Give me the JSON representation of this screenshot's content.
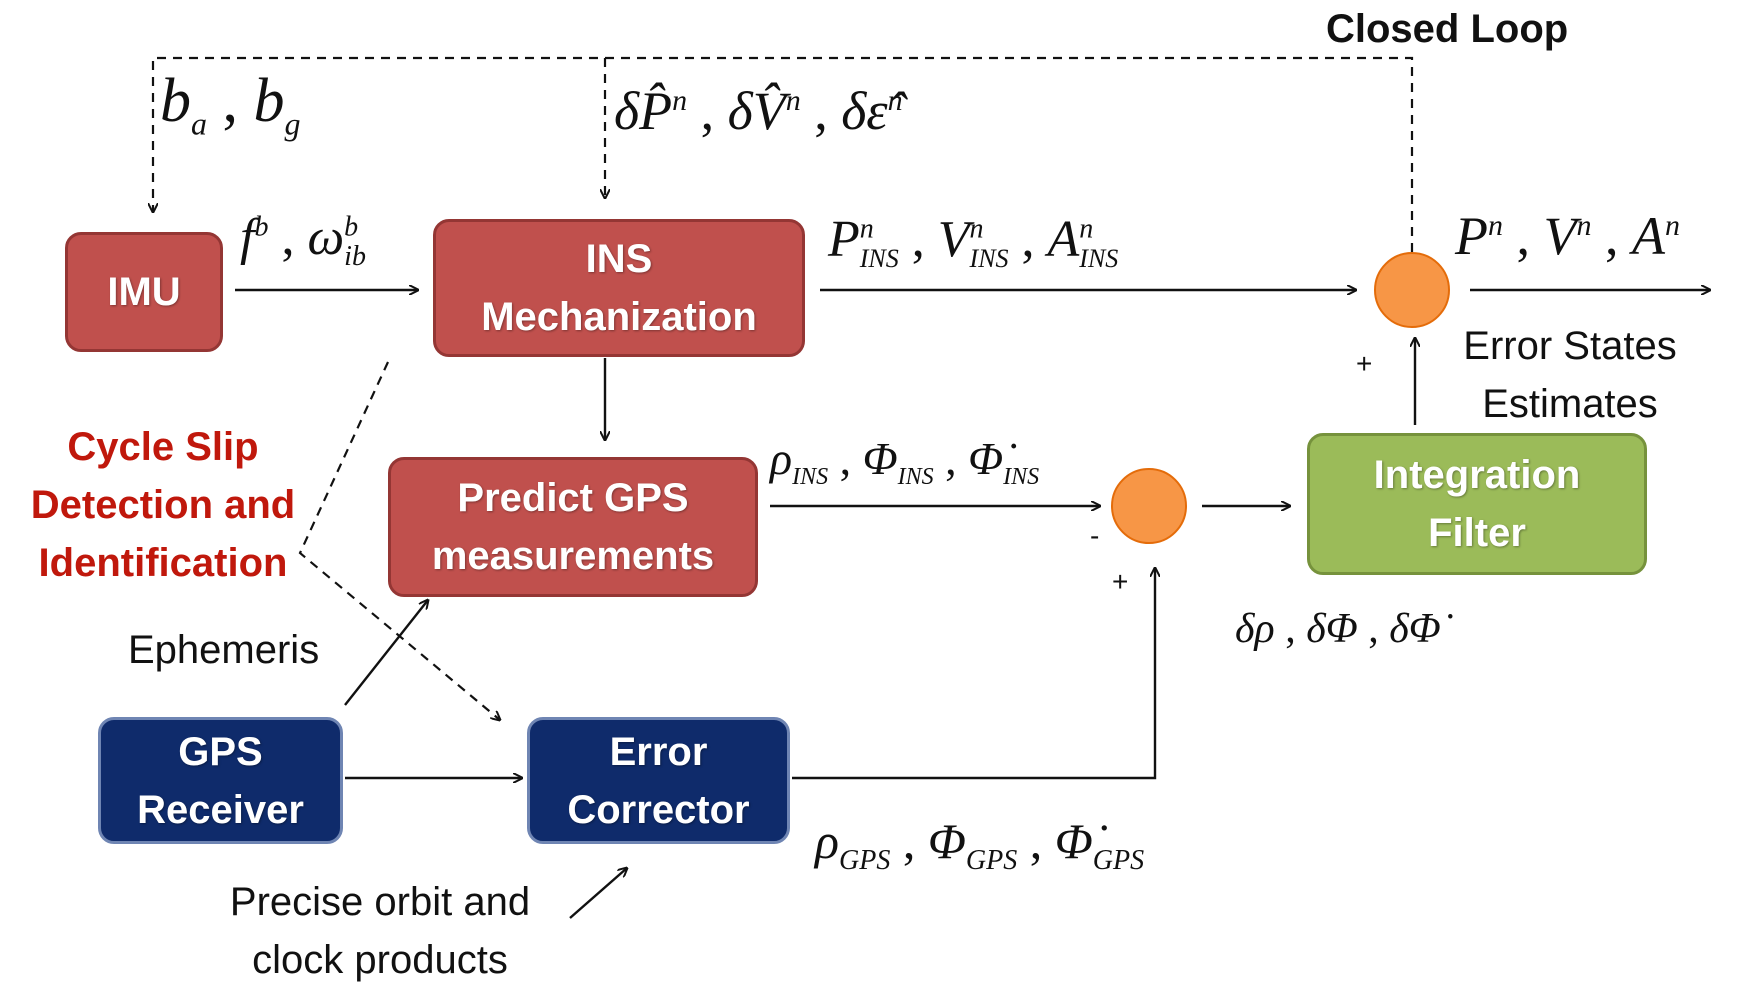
{
  "blocks": {
    "imu": [
      "IMU"
    ],
    "ins": [
      "INS",
      "Mechanization"
    ],
    "predict": [
      "Predict GPS",
      "measurements"
    ],
    "gps": [
      "GPS",
      "Receiver"
    ],
    "error_corrector": [
      "Error",
      "Corrector"
    ],
    "filter": [
      "Integration",
      "Filter"
    ]
  },
  "labels": {
    "closed_loop": "Closed Loop",
    "cycle_slip": [
      "Cycle Slip",
      "Detection and",
      "Identification"
    ],
    "ephemeris": "Ephemeris",
    "precise": [
      "Precise orbit and",
      "clock products"
    ],
    "error_states": [
      "Error States",
      "Estimates"
    ]
  },
  "signs": {
    "out_plus": "+",
    "meas_minus": "-",
    "meas_plus": "+"
  },
  "math": {
    "bias": "b_a , b_g",
    "feedback": "δP̂ⁿ , δV̂ⁿ , δε̂ⁿ",
    "imu_out": "f^b , ω^b_ib",
    "ins_out": "Pⁿ_INS , Vⁿ_INS , Aⁿ_INS",
    "nav_out": "Pⁿ , Vⁿ , Aⁿ",
    "ins_meas": "ρ_INS , Φ_INS , Φ̇_INS",
    "gps_meas": "ρ_GPS , Φ_GPS , Φ̇_GPS",
    "deltas": "δρ , δΦ , δΦ̇"
  },
  "colors": {
    "ins_blocks": "#c0504d",
    "gps_blocks": "#0f2b6b",
    "filter_block": "#9bbb59",
    "summing_junction": "#f79646",
    "cycle_slip_text": "#c0180c"
  }
}
